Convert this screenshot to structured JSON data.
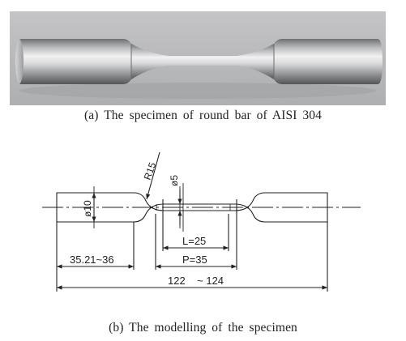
{
  "figure": {
    "caption_a": "(a)  The specimen of round bar of AISI 304",
    "caption_b": "(b)  The modelling of the specimen"
  },
  "drawing": {
    "radius_label": "R15",
    "small_diameter_label": "ø5",
    "large_diameter_label": "ø10",
    "gauge_length_label": "L=25",
    "parallel_length_label": "P=35",
    "grip_length_label": "35.21~36",
    "total_length_label": "122    ~ 124"
  },
  "colors": {
    "metal_light": "#e9e9ea",
    "metal_dark": "#7d7e80",
    "photo_background": "#b9b9bb",
    "line": "#222222"
  }
}
